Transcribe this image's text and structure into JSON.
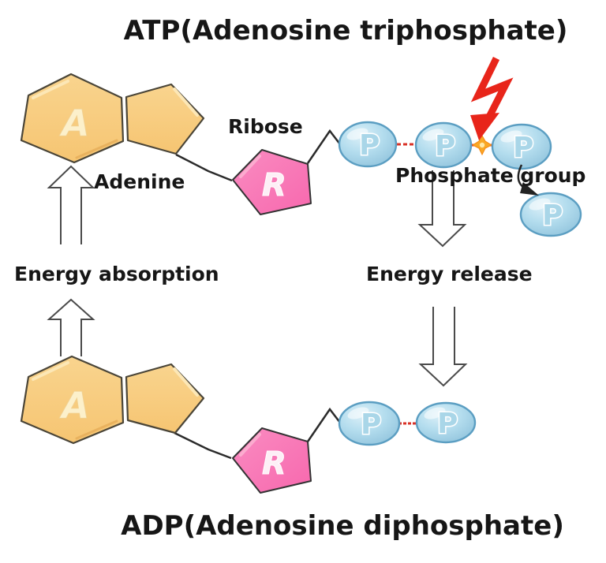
{
  "diagram": {
    "atp_title": "ATP(Adenosine triphosphate)",
    "adp_title": "ADP(Adenosine diphosphate)",
    "labels": {
      "adenine": "Adenine",
      "ribose": "Ribose",
      "phosphate_group": "Phosphate group",
      "energy_absorption": "Energy absorption",
      "energy_release": "Energy release"
    },
    "letters": {
      "adenine": "A",
      "ribose": "R",
      "phosphate": "P"
    },
    "atp_phosphate_count": 3,
    "adp_phosphate_count": 2,
    "colors": {
      "adenine_fill": "#F8CD80",
      "ribose_fill": "#F878B6",
      "phosphate_fill": "#A9D6E8",
      "phosphate_border": "#5B9EC2",
      "bond_black": "#2b2b2b",
      "high_energy_bond": "#D93025",
      "lightning_red": "#E8251A",
      "spark_orange": "#F9A825",
      "text": "#161616"
    }
  }
}
